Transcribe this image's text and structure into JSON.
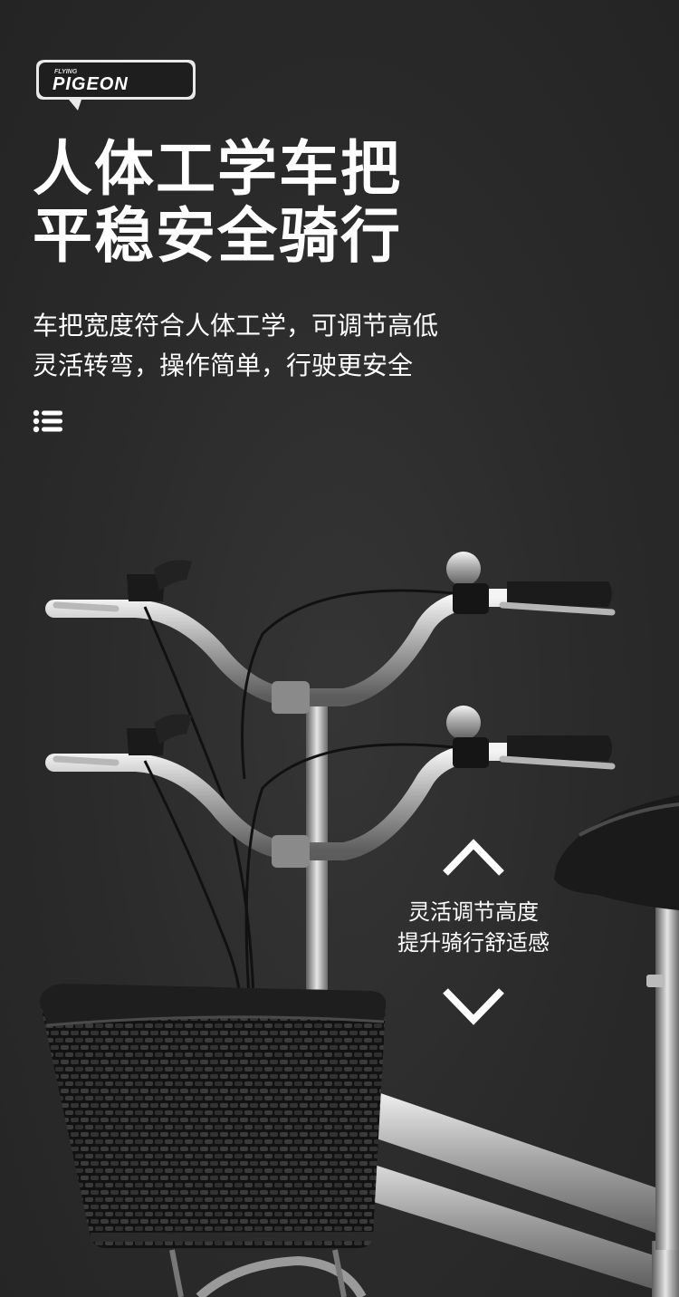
{
  "brand": {
    "logo_small": "FLYING",
    "logo_main": "PIGEON"
  },
  "headline": {
    "line1": "人体工学车把",
    "line2": "平稳安全骑行"
  },
  "description": {
    "line1": "车把宽度符合人体工学，可调节高低",
    "line2": "灵活转弯，操作简单，行驶更安全"
  },
  "height_adjust": {
    "line1": "灵活调节高度",
    "line2": "提升骑行舒适感"
  },
  "icons": {
    "menu": "menu-icon",
    "up": "chevron-up-icon",
    "down": "chevron-down-icon"
  }
}
